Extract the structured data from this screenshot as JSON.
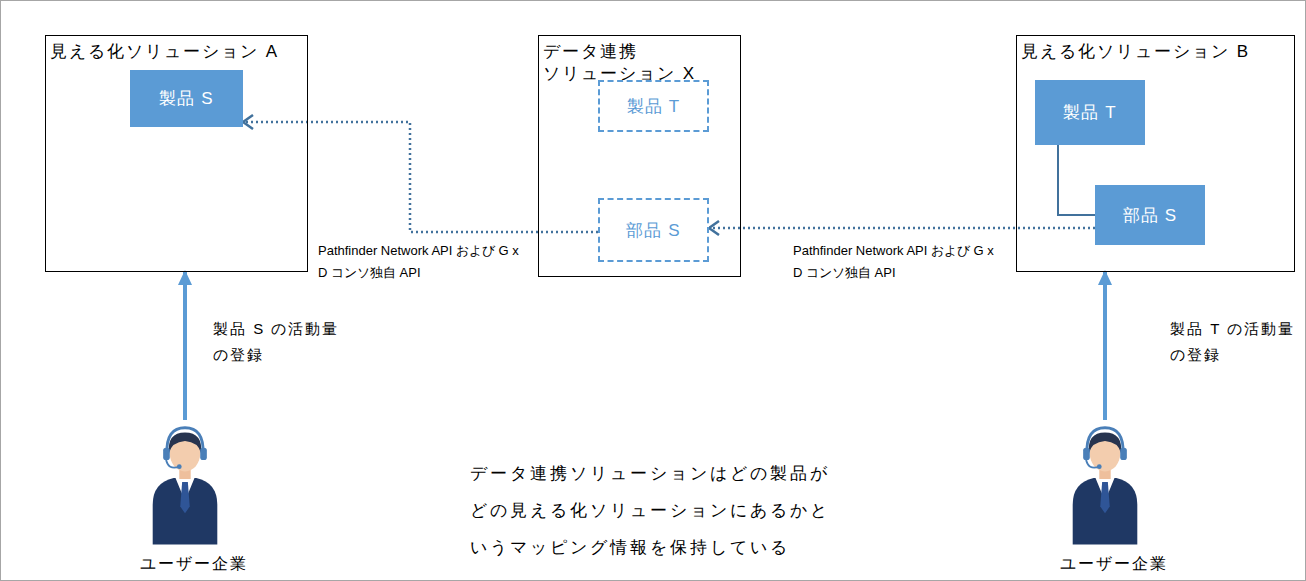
{
  "diagram": {
    "nodes": [
      {
        "text": [
          "見える化ソリューション A"
        ]
      },
      {
        "text": [
          "製品 S"
        ],
        "in": 0
      },
      {
        "text": [
          "データ連携 ソリューション X"
        ]
      },
      {
        "text": [
          "製品 T"
        ],
        "in": 2
      },
      {
        "text": [
          "部品 S"
        ],
        "in": 2
      },
      {
        "text": [
          "見える化ソリューション B"
        ]
      },
      {
        "text": [
          "製品 T"
        ],
        "in": 5
      },
      {
        "text": [
          "部品 S"
        ],
        "in": 5
      },
      {
        "text": [
          "ユーザー企業"
        ]
      },
      {
        "text": [
          "ユーザー企業"
        ]
      }
    ],
    "edges": [
      {
        "from": 7,
        "to": 4,
        "arrow": "to",
        "label": "Pathfinder Network API および G x D コンソ独自 API"
      },
      {
        "from": 4,
        "to": 1,
        "arrow": "to",
        "label": "Pathfinder Network API および G x D コンソ独自 API"
      },
      {
        "from": 6,
        "to": 7,
        "arrow": "none"
      },
      {
        "from": 8,
        "to": 0,
        "arrow": "to",
        "label": "製品 S の活動量 の登録"
      },
      {
        "from": 9,
        "to": 5,
        "arrow": "to",
        "label": "製品 T の活動量 の登録"
      }
    ],
    "labels": [
      "データ連携ソリューションはどの製品が どの見える化ソリューションにあるかと いうマッピング情報を保持している"
    ]
  }
}
